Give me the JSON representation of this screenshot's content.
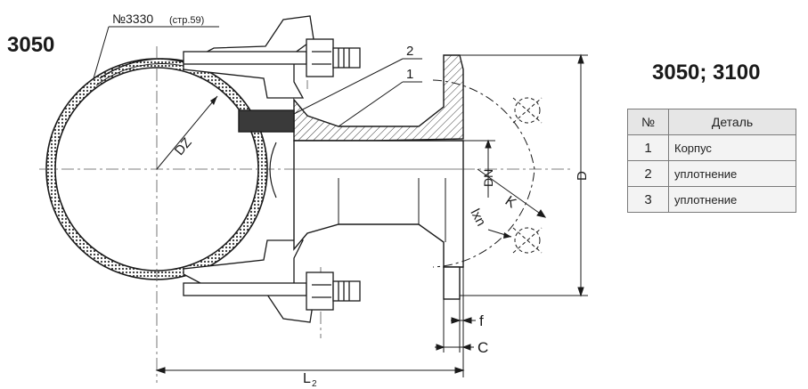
{
  "model_left": "3050",
  "model_right": "3050; 3100",
  "reference_note": "№3330",
  "reference_page": "(стр.59)",
  "callouts": {
    "part_2": "2",
    "part_1": "1"
  },
  "dimensions": {
    "dz": "DZ",
    "dn": "DN",
    "d": "D",
    "k": "K",
    "lxn": "lxn",
    "f": "f",
    "c": "C",
    "l2": "L",
    "l2_sub": "2"
  },
  "parts_table": {
    "headers": [
      "№",
      "Деталь"
    ],
    "rows": [
      {
        "num": "1",
        "name": "Корпус"
      },
      {
        "num": "2",
        "name": "уплотнение"
      },
      {
        "num": "3",
        "name": "уплотнение"
      }
    ]
  },
  "colors": {
    "line": "#1a1a1a",
    "seal_fill": "#3a3a3a",
    "table_header": "#e6e6e6",
    "table_cell": "#f3f3f3"
  }
}
